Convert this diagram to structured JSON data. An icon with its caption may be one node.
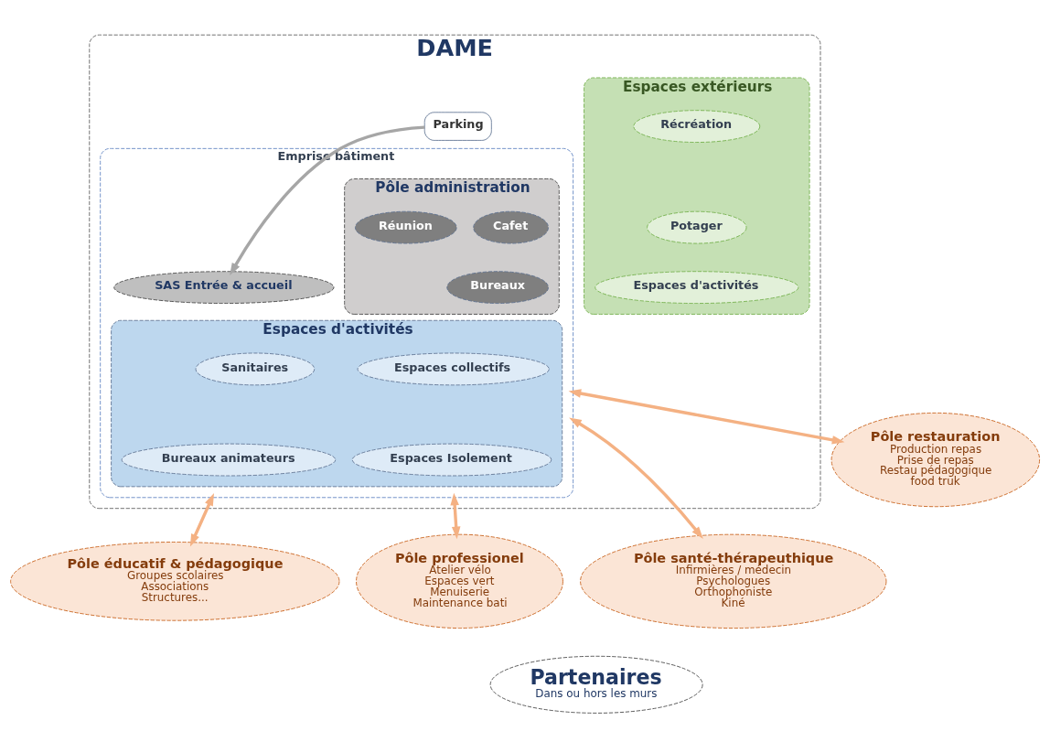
{
  "diagram": {
    "nodes": [
      {
        "text": [
          "DAME"
        ]
      },
      {
        "text": [
          "Parking"
        ],
        "in": 0
      },
      {
        "text": [
          "Emprise bâtiment"
        ],
        "in": 0
      },
      {
        "text": [
          "SAS Entrée & accueil"
        ],
        "in": 2
      },
      {
        "text": [
          "Pôle administration"
        ],
        "in": 2
      },
      {
        "text": [
          "Cafet"
        ],
        "in": 4
      },
      {
        "text": [
          "Bureaux"
        ],
        "in": 4
      },
      {
        "text": [
          "Réunion"
        ],
        "in": 4
      },
      {
        "text": [
          "Espaces d'activités"
        ],
        "in": 2
      },
      {
        "text": [
          "Espaces collectifs"
        ],
        "in": 8
      },
      {
        "text": [
          "Sanitaires"
        ],
        "in": 8
      },
      {
        "text": [
          "Espaces Isolement"
        ],
        "in": 8
      },
      {
        "text": [
          "Bureaux animateurs"
        ],
        "in": 8
      },
      {
        "text": [
          "Espaces extérieurs"
        ],
        "in": 0
      },
      {
        "text": [
          "Récréation"
        ],
        "in": 13
      },
      {
        "text": [
          "Potager"
        ],
        "in": 13
      },
      {
        "text": [
          "Espaces d'activités"
        ],
        "in": 13
      },
      {
        "text": [
          "Partenaires",
          "Dans ou hors les murs"
        ]
      },
      {
        "text": [
          "Pôle éducatif & pédagogique",
          "Groupes scolaires",
          "Associations",
          "Structures..."
        ]
      },
      {
        "text": [
          "Pôle professionel",
          "Atelier vélo",
          "Espaces vert",
          "Menuiserie",
          "Maintenance bati"
        ]
      },
      {
        "text": [
          "Pôle santé-thérapeuthique",
          "Infirmières / médecin",
          "Psychologues",
          "Orthophoniste",
          "Kiné"
        ]
      },
      {
        "text": [
          "Pôle restauration",
          "Production repas",
          "Prise de repas",
          "Restau pédagogique",
          "food truk"
        ]
      }
    ],
    "edges": [
      {
        "from": 1,
        "to": 3,
        "arrow": "to",
        "color": "#a6a6a6"
      },
      {
        "from": 18,
        "to": 2,
        "arrow": "both"
      },
      {
        "from": 19,
        "to": 2,
        "arrow": "both"
      },
      {
        "from": 20,
        "to": 2,
        "arrow": "both"
      },
      {
        "from": 21,
        "to": 2,
        "arrow": "both"
      }
    ]
  }
}
